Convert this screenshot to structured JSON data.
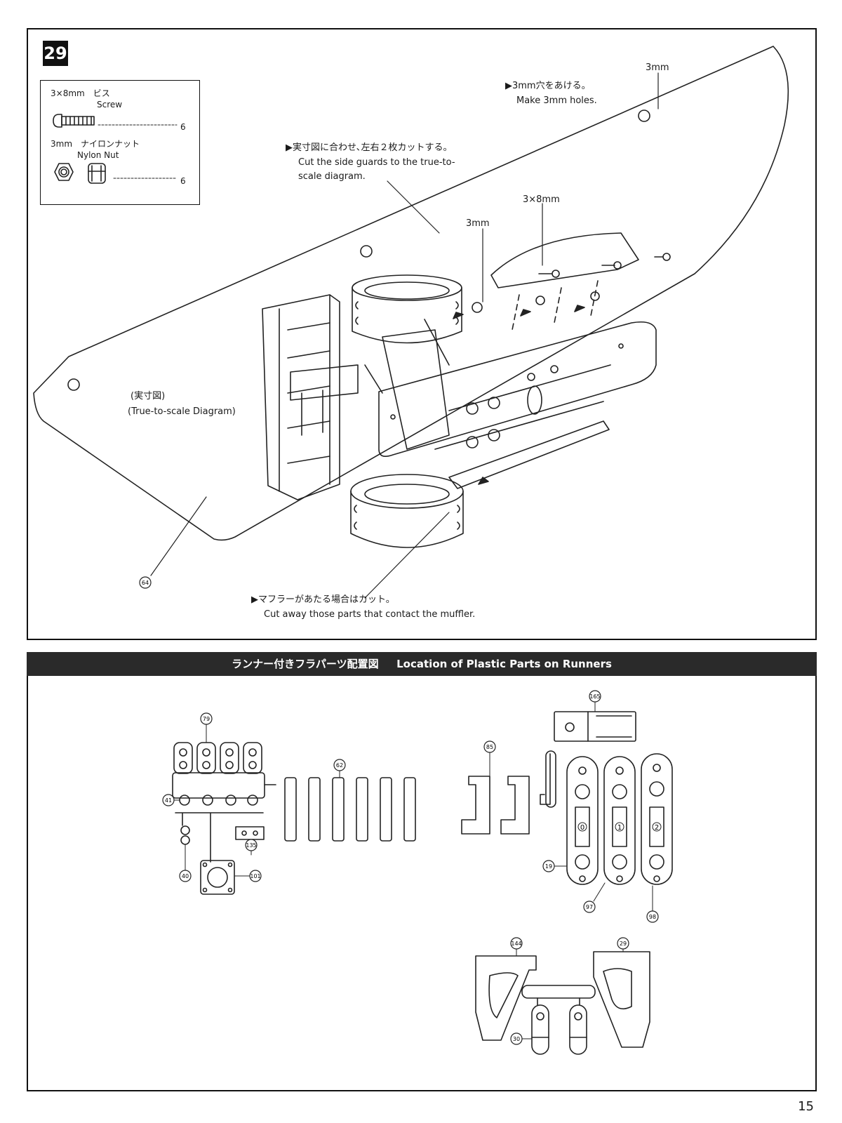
{
  "step": {
    "number": "29"
  },
  "parts_list": {
    "items": [
      {
        "size_ja": "3×8mm　ビス",
        "name_en": "Screw",
        "qty": "6"
      },
      {
        "size_ja": "3mm　ナイロンナット",
        "name_en": "Nylon Nut",
        "qty": "6"
      }
    ]
  },
  "diagram": {
    "hole_size": "3mm",
    "drill_note_ja": "▶3mm穴をあける。",
    "drill_note_en": "Make 3mm holes.",
    "cut_note_ja": "▶実寸図に合わせ､左右２枚カットする。",
    "cut_note_en_1": "Cut the side guards to the true-to-",
    "cut_note_en_2": "scale diagram.",
    "screw_label": "3×8mm",
    "hole_label_2": "3mm",
    "true_scale_ja": "(実寸図)",
    "true_scale_en": "(True-to-scale Diagram)",
    "muffler_note_ja": "▶マフラーがあたる場合はカット。",
    "muffler_note_en": "Cut away those parts that contact the muffler.",
    "part_callout": "64"
  },
  "runners": {
    "title_ja": "ランナー付きフラパーツ配置図",
    "title_en": "Location of Plastic Parts on Runners",
    "callouts": [
      "79",
      "62",
      "41",
      "135",
      "101",
      "40",
      "85",
      "165",
      "19",
      "97",
      "98",
      "144",
      "29",
      "30"
    ],
    "arm_marks": [
      "0",
      "1",
      "2"
    ]
  },
  "page": {
    "number": "15"
  }
}
